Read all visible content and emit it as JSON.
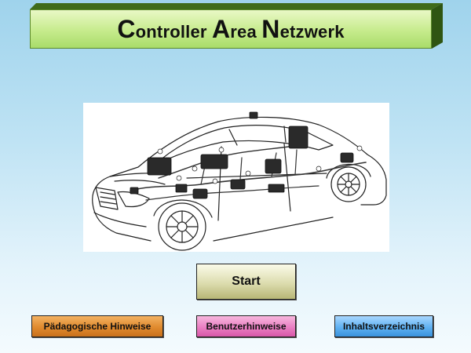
{
  "header": {
    "title_parts": [
      {
        "cap": "C",
        "rest": "ontroller "
      },
      {
        "cap": "A",
        "rest": "rea "
      },
      {
        "cap": "N",
        "rest": "etzwerk"
      }
    ]
  },
  "illustration": {
    "icon": "car-network-diagram-icon"
  },
  "buttons": {
    "start_label": "Start",
    "paedagogische_label": "Pädagogische Hinweise",
    "benutzer_label": "Benutzerhinweise",
    "inhalt_label": "Inhaltsverzeichnis"
  },
  "colors": {
    "banner": "#c6eb8c",
    "start": "#dcdcae",
    "paedagogische": "#e08a2e",
    "benutzer": "#ea7fc2",
    "inhalt": "#5fb1f2"
  }
}
